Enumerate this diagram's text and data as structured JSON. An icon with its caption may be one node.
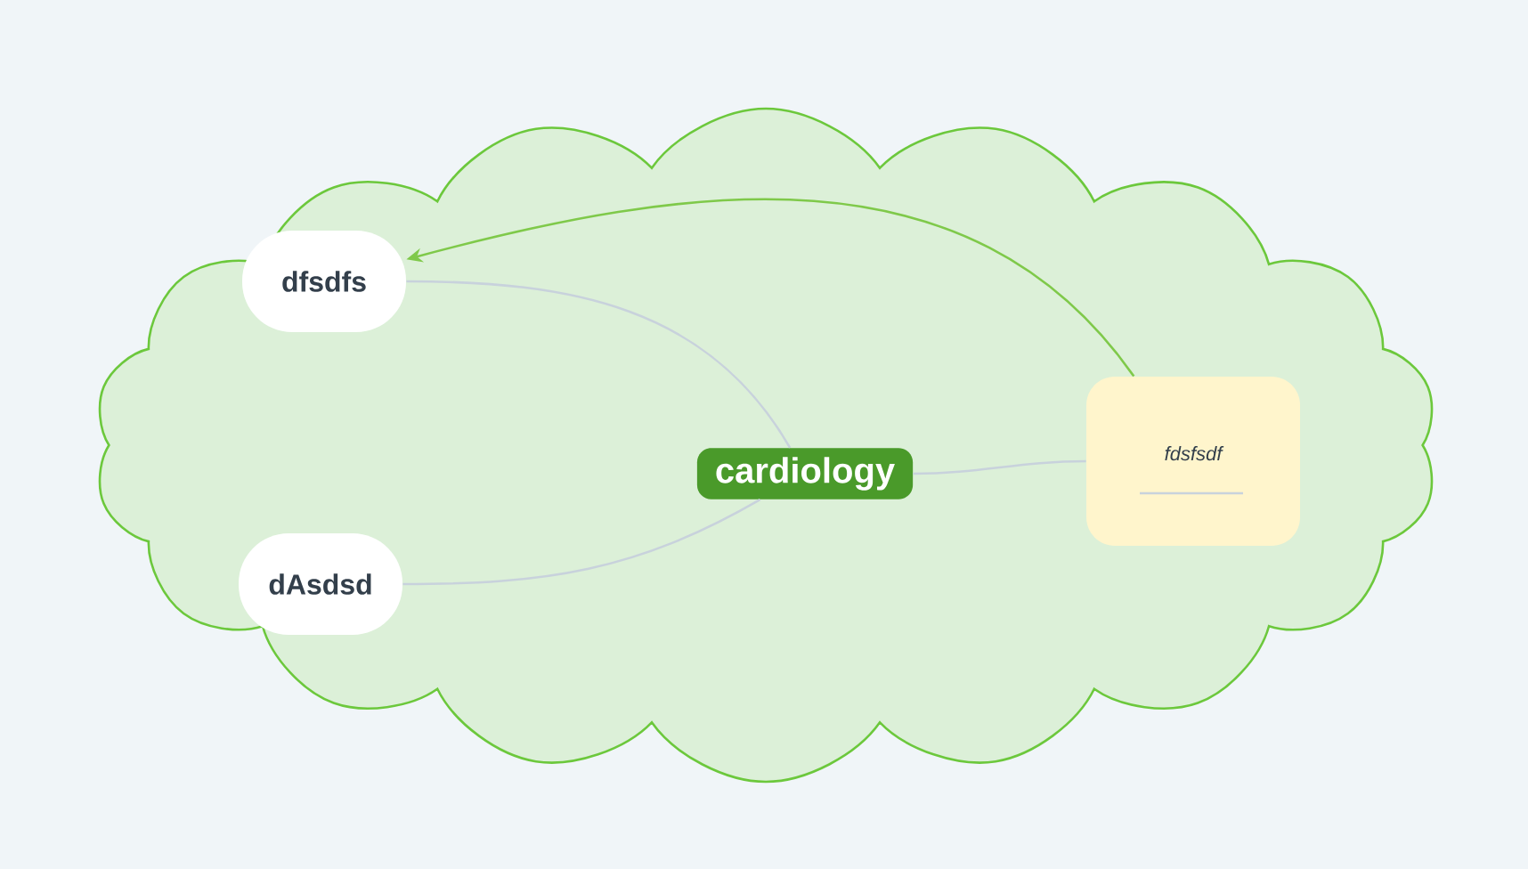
{
  "diagram": {
    "nodes": [
      {
        "text": [],
        "shape": "cloud"
      },
      {
        "text": [
          "cardiology"
        ],
        "in": 0
      },
      {
        "text": [
          "dfsdfs"
        ],
        "in": 0
      },
      {
        "text": [
          "dAsdsd"
        ],
        "in": 0
      },
      {
        "text": [
          "fdsfsdf"
        ],
        "in": 0
      }
    ],
    "edges": [
      {
        "from": 1,
        "to": 2,
        "arrow": "none"
      },
      {
        "from": 1,
        "to": 3,
        "arrow": "none"
      },
      {
        "from": 1,
        "to": 4,
        "arrow": "none"
      },
      {
        "from": 4,
        "to": 2,
        "arrow": "to",
        "color": "#7fc94a"
      }
    ]
  }
}
